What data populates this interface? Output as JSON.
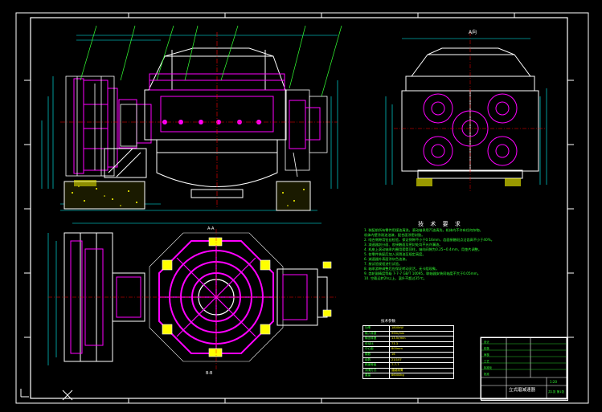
{
  "drawing": {
    "view_label_side": "A向",
    "view_label_top_left": "A-A",
    "view_label_bottom_mid": "B-B",
    "notes_title": "技 术 要 求",
    "notes": [
      "1. 装配前所有零件用煤油清洗，滚动轴承用汽油清洗，机体内不许有任何杂物。",
      "   机体内壁涂耐油油漆，配合面涂密封胶。",
      "2. 啮合侧隙用铅丝检验，保证侧隙不小于0.16mm，齿面接触斑点沿齿高不小于40%。",
      "3. 减速器剖分面、各接触面及密封处均不允许漏油。",
      "4. 机座上滚动轴承内圈用套筒顶住，轴向间隙为0.25~0.4mm，用垫片调整。",
      "5. 各零件装配后加入润滑油至规定高度。",
      "6. 減速器外表面涂灰色油漆。",
      "7. 按试验规程进行试验。",
      "8. 轴承游隙调整后应保证转动灵活，无卡阻现象。",
      "9. 齿轮副精度等级 7-7-7 GB/T 10095，联轴器安装同轴度不大于0.05mm。",
      "10. 空载运转2h以上，温升不超过35℃。"
    ],
    "params_title": "技术参数",
    "params": [
      [
        "功率",
        "1800kW"
      ],
      [
        "输入转速",
        "990r/min"
      ],
      [
        "输出转速",
        "13.5r/min"
      ],
      [
        "传动比",
        "73.3"
      ],
      [
        "中心距",
        "800mm"
      ],
      [
        "模数",
        "16"
      ],
      [
        "齿数",
        "21/107"
      ],
      [
        "精度等级",
        "7-7-7"
      ],
      [
        "润滑方式",
        "强制润滑"
      ],
      [
        "重量",
        "86000kg"
      ]
    ],
    "title_block": {
      "name": "立式磨减速器",
      "rows": [
        "设计",
        "校核",
        "审核",
        "工艺",
        "标准化",
        "批准"
      ],
      "scale": "1:20",
      "sheet": "共1张 第1张"
    }
  },
  "colors": {
    "background": "#000000",
    "border": "#ffffff",
    "part": "#ff00ff",
    "center": "#ff0000",
    "dimension": "#00ffff",
    "text": "#33ff33",
    "leader": "#33ff33",
    "hatch": "#ffff00"
  }
}
